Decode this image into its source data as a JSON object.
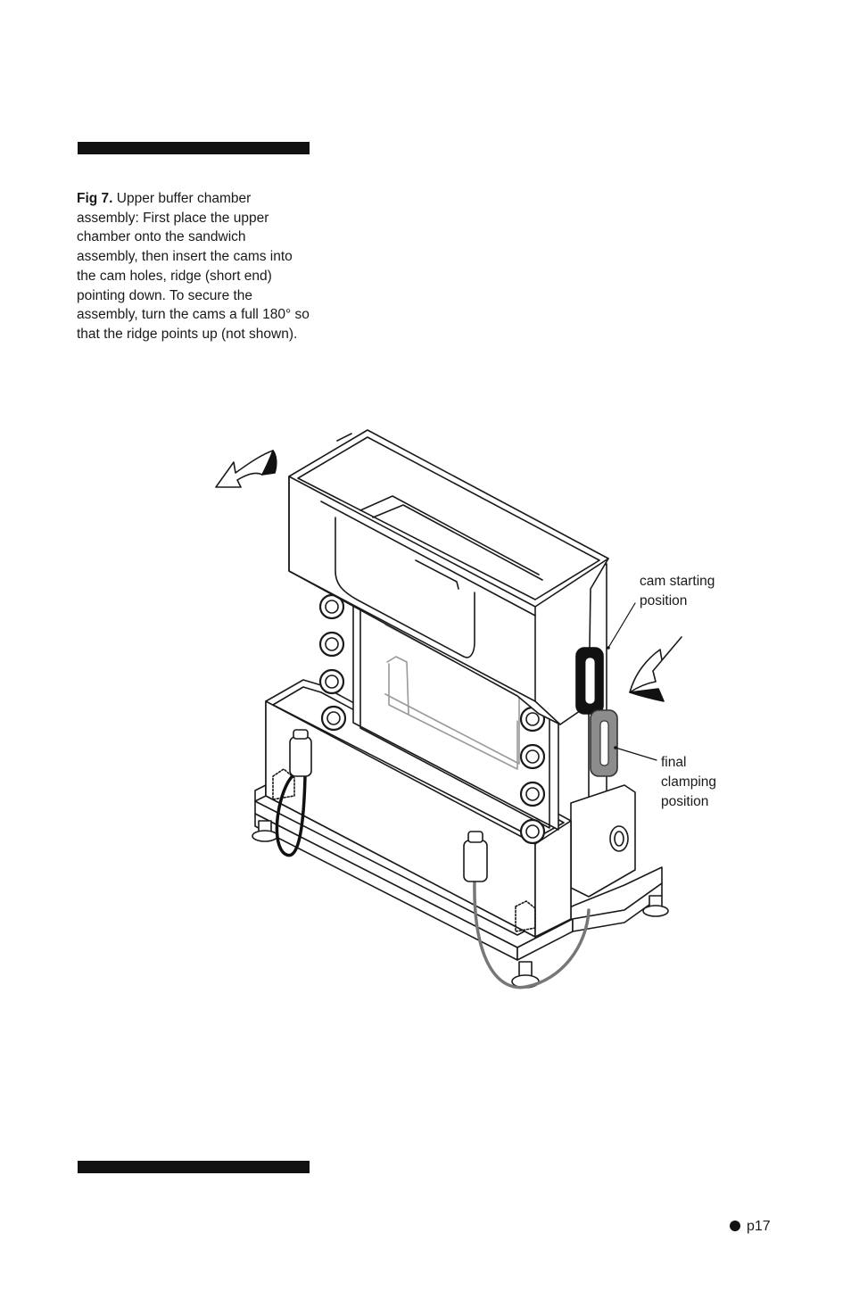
{
  "caption": {
    "label": "Fig 7.",
    "text": "Upper buffer chamber assembly: First place the upper chamber onto the sandwich assembly, then insert the cams into the cam holes, ridge (short end) pointing down. To secure the assembly, turn the cams a full 180° so that the ridge points up (not shown)."
  },
  "callouts": {
    "cam_start_line1": "cam starting",
    "cam_start_line2": "position",
    "final_line1": "final",
    "final_line2": "clamping",
    "final_line3": "position"
  },
  "footer": {
    "page": "p17"
  },
  "colors": {
    "rule": "#111111",
    "line_art": "#1a1a1a",
    "cam_start": "#111111",
    "cam_final": "#8c8c8c",
    "cable": "#777777"
  },
  "icons": [
    "rotate-left-arrow-icon",
    "rotate-right-arrow-icon",
    "bullet-dot-icon"
  ]
}
